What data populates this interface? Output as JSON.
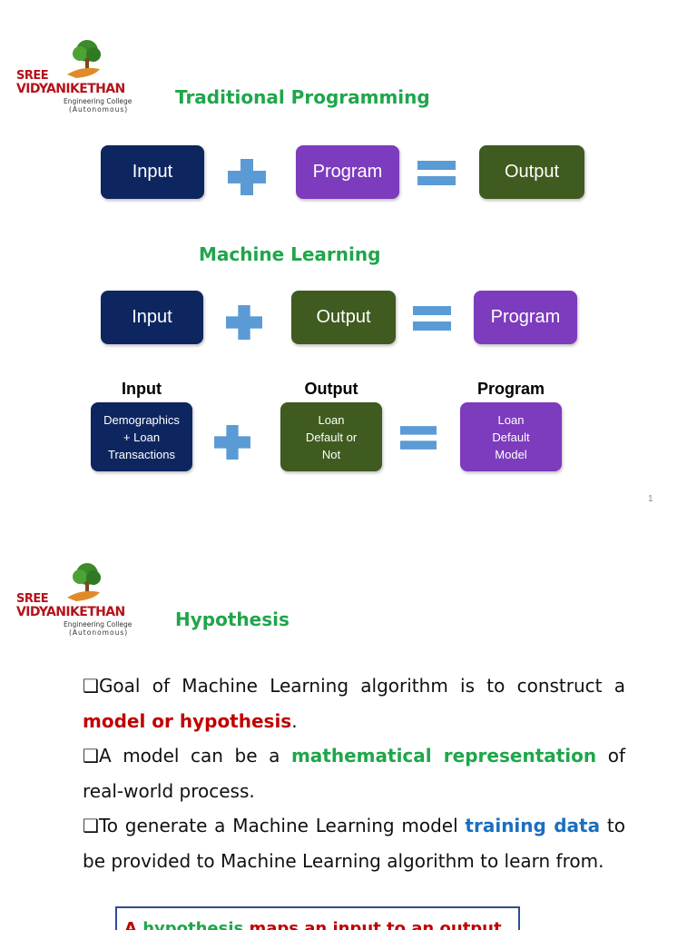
{
  "logo": {
    "line1": "SREE",
    "line2": "VIDYANIKETHAN",
    "line3": "Engineering College",
    "line4": "(Autonomous)"
  },
  "slide1": {
    "traditional": {
      "heading": "Traditional Programming",
      "boxes": [
        "Input",
        "Program",
        "Output"
      ]
    },
    "ml": {
      "heading": "Machine Learning",
      "boxes": [
        "Input",
        "Output",
        "Program"
      ]
    },
    "example": {
      "labels": [
        "Input",
        "Output",
        "Program"
      ],
      "boxes": [
        "Demographics\n+ Loan\nTransactions",
        "Loan\nDefault or\nNot",
        "Loan\nDefault\nModel"
      ]
    },
    "page_number": "1"
  },
  "slide2": {
    "heading": "Hypothesis",
    "bullet_marker": "❑",
    "bullets": [
      {
        "pre": "Goal of Machine Learning algorithm is to construct a ",
        "em": "model or hypothesis",
        "post": "."
      },
      {
        "pre": "A model can be  a ",
        "em": "mathematical representation",
        "post": " of real-world process."
      },
      {
        "pre": "To generate a Machine Learning model ",
        "em": "training data",
        "post": "  to be provided to Machine Learning algorithm to learn from."
      }
    ],
    "callout": {
      "a": "A ",
      "term": "hypothesis",
      "rest": " maps an input to an output"
    }
  }
}
